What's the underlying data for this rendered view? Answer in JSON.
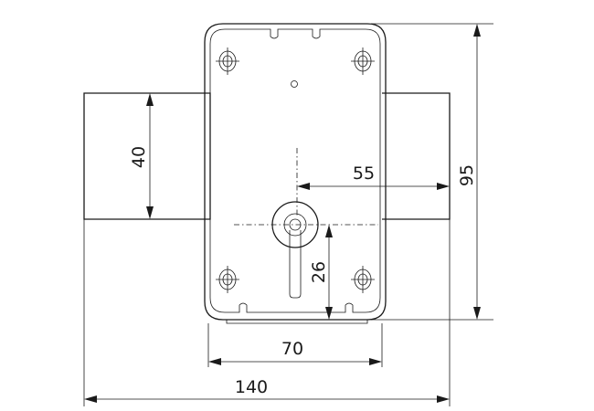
{
  "drawing": {
    "dimensions": {
      "width_total": "140",
      "case_width": "70",
      "height": "95",
      "bolt_height": "40",
      "backset": "55",
      "keyhole_offset": "26"
    }
  }
}
